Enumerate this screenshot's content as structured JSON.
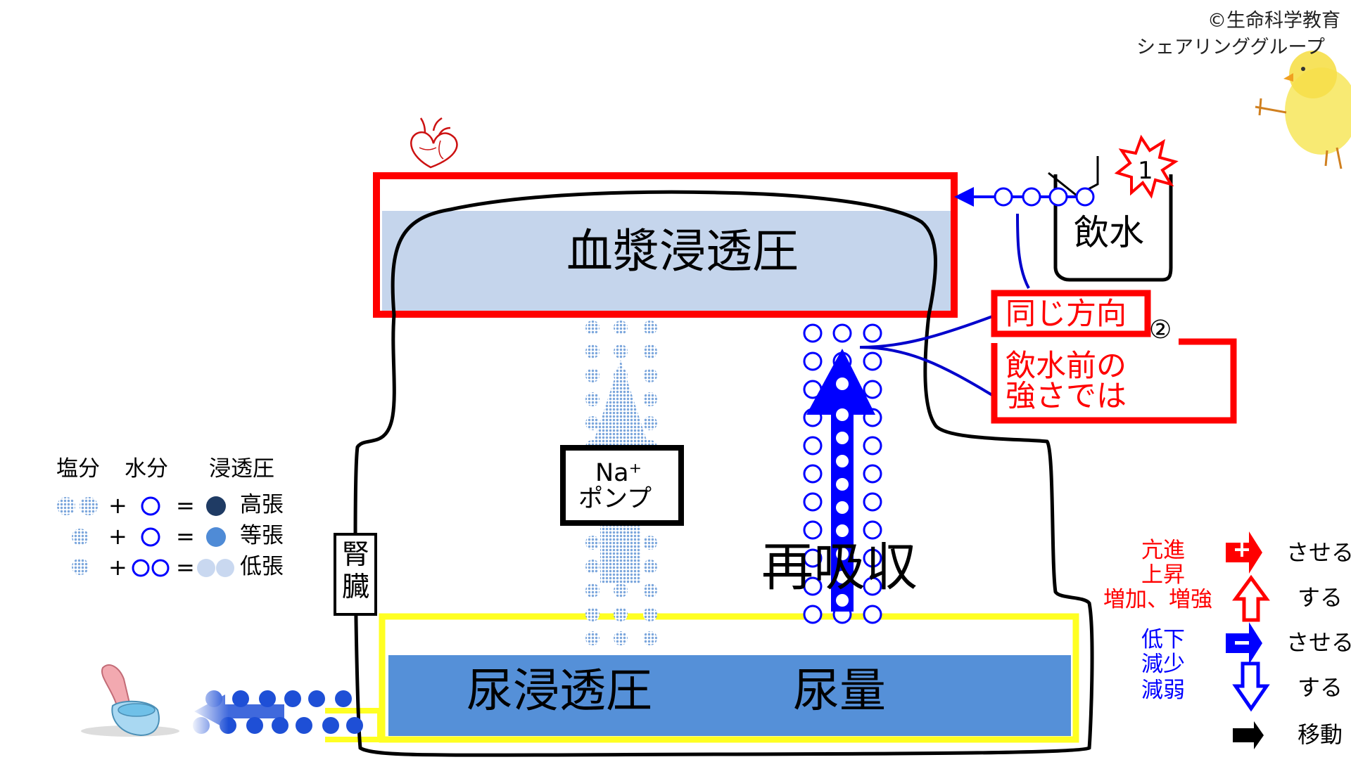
{
  "copyright": {
    "line1": "©生命科学教育",
    "line2": "シェアリンググループ"
  },
  "plasma_box": {
    "label": "血漿浸透圧"
  },
  "drink_cup": {
    "label": "飲水",
    "step_badge": "1"
  },
  "callout": {
    "same_direction": "同じ方向",
    "step_badge": "②",
    "line1": "飲水前の",
    "line2": "強さでは"
  },
  "pump": {
    "line1": "Na⁺",
    "line2": "ポンプ"
  },
  "reabsorption": {
    "label": "再吸収"
  },
  "kidney": {
    "line1": "腎",
    "line2": "臓"
  },
  "urine_box": {
    "osmolality_label": "尿浸透圧",
    "volume_label": "尿量"
  },
  "legend_osmosis": {
    "header_salt": "塩分",
    "header_water": "水分",
    "header_pressure": "浸透圧",
    "plus": "+",
    "equals": "=",
    "rows": [
      {
        "label": "高張"
      },
      {
        "label": "等張"
      },
      {
        "label": "低張"
      }
    ]
  },
  "legend_arrows": {
    "promote_words": [
      "亢進",
      "上昇",
      "増加、増強"
    ],
    "reduce_words": [
      "低下",
      "減少",
      "減弱"
    ],
    "cause": "させる",
    "do": "する",
    "move": "移動"
  },
  "colors": {
    "red": "#ff0000",
    "blue": "#0000ff",
    "plasma_fill": "#c5d5ec",
    "urine_fill": "#5590d8",
    "yellow": "#ffff22",
    "dot_blue": "#7ba6dc",
    "dark_navy": "#1f3b64",
    "iso_blue": "#4f8bd6"
  }
}
